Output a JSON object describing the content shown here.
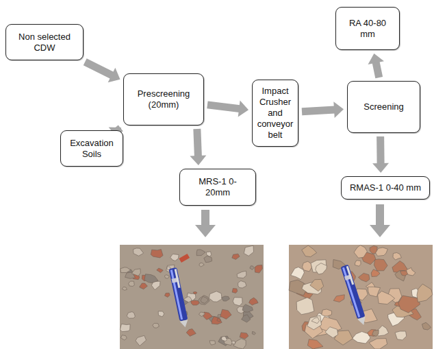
{
  "diagram": {
    "nodes": [
      {
        "text": [
          "Non selected CDW"
        ]
      },
      {
        "text": [
          "Prescreening (20mm)"
        ]
      },
      {
        "text": [
          "Excavation Soils"
        ]
      },
      {
        "text": [
          "MRS-1 0-20mm"
        ]
      },
      {
        "text": [
          "Impact Crusher and conveyor belt"
        ]
      },
      {
        "text": [
          "RA 40-80 mm"
        ]
      },
      {
        "text": [
          "Screening"
        ]
      },
      {
        "text": [
          "RMAS-1 0-40 mm"
        ]
      }
    ],
    "edges": [
      {
        "from": 0,
        "to": 1,
        "arrow": "to"
      },
      {
        "from": 2,
        "to": 1,
        "arrow": "to"
      },
      {
        "from": 1,
        "to": 3,
        "arrow": "to"
      },
      {
        "from": 1,
        "to": 4,
        "arrow": "to"
      },
      {
        "from": 4,
        "to": 6,
        "arrow": "to"
      },
      {
        "from": 6,
        "to": 5,
        "arrow": "to"
      },
      {
        "from": 6,
        "to": 7,
        "arrow": "to"
      }
    ]
  }
}
